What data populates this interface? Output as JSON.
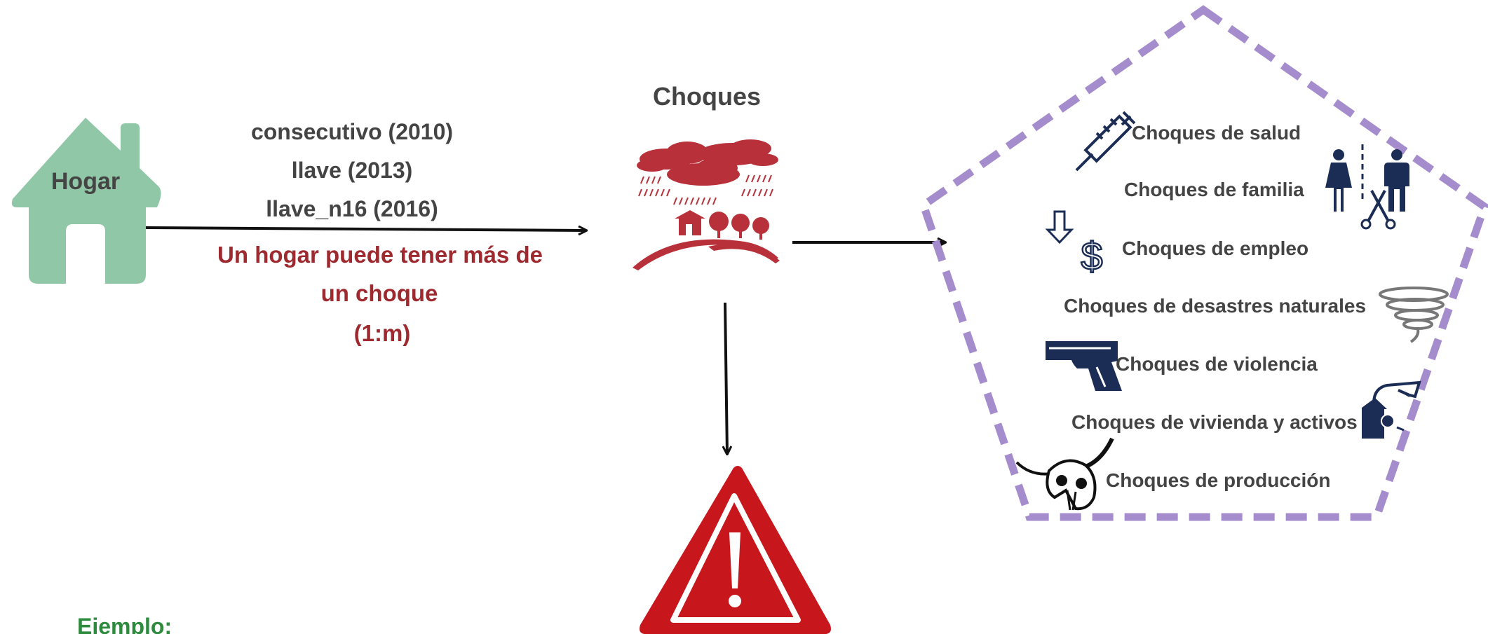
{
  "house": {
    "label": "Hogar",
    "color": "#8fc7a7"
  },
  "keys": [
    "consecutivo (2010)",
    "llave (2013)",
    "llave_n16 (2016)"
  ],
  "relation": {
    "lines": [
      "Un hogar puede tener más de",
      "un choque",
      "(1:m)"
    ],
    "color": "#9e2a2f"
  },
  "shocks": {
    "title": "Choques",
    "color": "#b8313a"
  },
  "pentagon": {
    "border_color": "#a58ccc"
  },
  "categories": [
    {
      "label": "Choques de salud",
      "icon": "syringe-icon"
    },
    {
      "label": "Choques de familia",
      "icon": "family-separation-icon"
    },
    {
      "label": "Choques de empleo",
      "icon": "dollar-down-icon"
    },
    {
      "label": "Choques de desastres naturales",
      "icon": "tornado-icon"
    },
    {
      "label": "Choques de violencia",
      "icon": "pistol-icon"
    },
    {
      "label": "Choques de vivienda y activos",
      "icon": "house-damage-icon"
    },
    {
      "label": "Choques de producción",
      "icon": "cattle-skull-icon"
    }
  ],
  "example": {
    "label": "Ejemplo:",
    "color": "#2e8b3e"
  },
  "warning": {
    "color": "#c8161d"
  },
  "colors": {
    "text": "#444444",
    "icon_navy": "#1c2d55",
    "arrow": "#111111"
  }
}
